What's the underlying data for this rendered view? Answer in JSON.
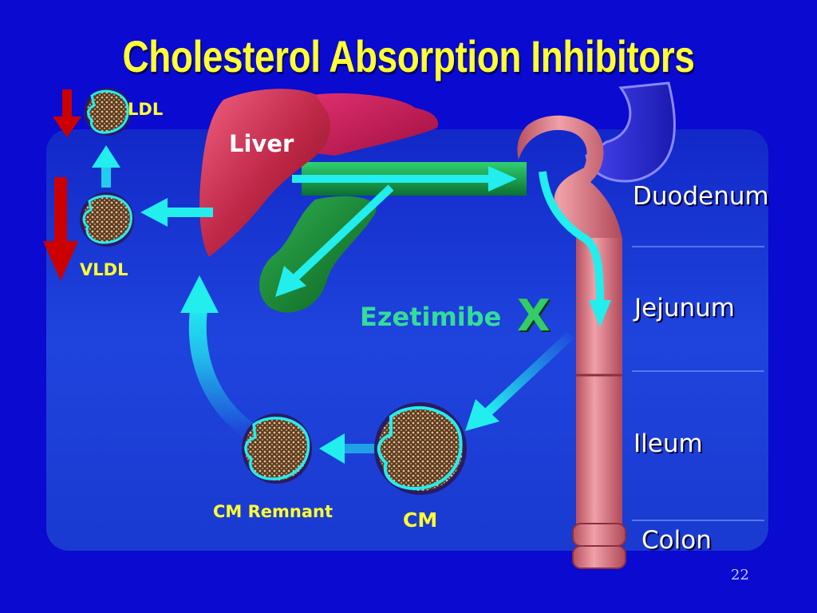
{
  "slide": {
    "title": "Cholesterol Absorption Inhibitors",
    "page_number": "22"
  },
  "labels": {
    "ldl": "LDL",
    "vldl": "VLDL",
    "liver": "Liver",
    "ezetimibe": "Ezetimibe",
    "block_mark": "X",
    "cm_remnant": "CM Remnant",
    "cm": "CM"
  },
  "intestine_segments": [
    "Duodenum",
    "Jejunum",
    "Ileum",
    "Colon"
  ],
  "colors": {
    "background": "#0a0ad0",
    "panel": "#1f3fd8",
    "title": "#ffff33",
    "arrow_cyan": "#22eeee",
    "arrow_red": "#cc0000",
    "liver": "#c03050",
    "gallbladder": "#1a9a40",
    "intestine": "#e88890",
    "blocker": "#33cc66"
  }
}
